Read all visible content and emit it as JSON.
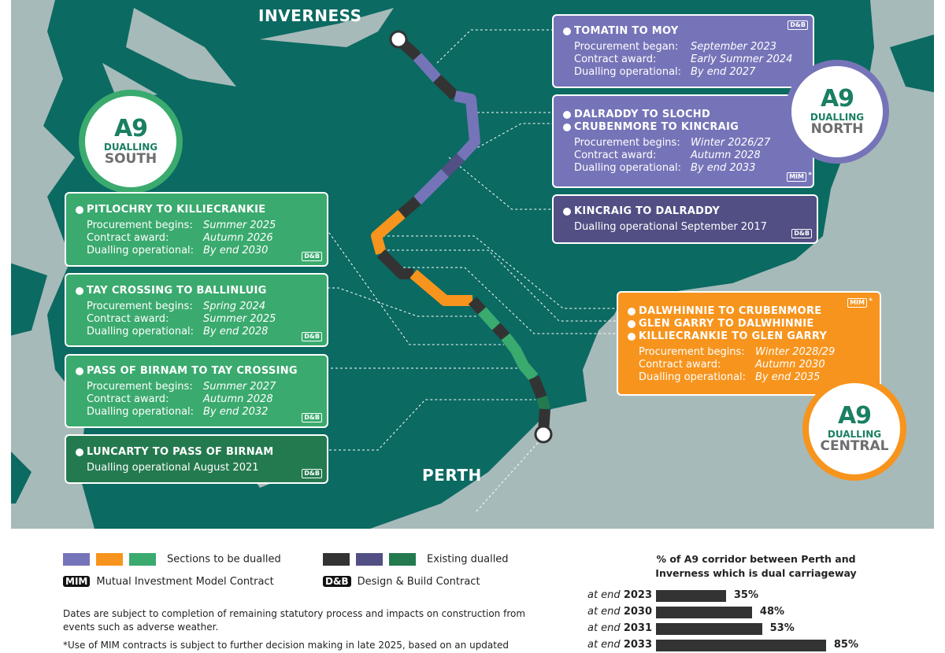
{
  "places": {
    "inverness": "INVERNESS",
    "perth": "PERTH"
  },
  "north": {
    "logo": {
      "mark": "A9",
      "line1": "DUALLING",
      "line2": "NORTH"
    },
    "boxes": [
      {
        "titles": [
          "TOMATIN TO MOY"
        ],
        "rows": [
          [
            "Procurement began:",
            "September 2023"
          ],
          [
            "Contract award:",
            "Early Summer 2024"
          ],
          [
            "Dualling operational:",
            "By end 2027"
          ]
        ],
        "badge": "D&B"
      },
      {
        "titles": [
          "DALRADDY TO SLOCHD",
          "CRUBENMORE TO KINCRAIG"
        ],
        "rows": [
          [
            "Procurement begins:",
            "Winter 2026/27"
          ],
          [
            "Contract award:",
            "Autumn 2028"
          ],
          [
            "Dualling operational:",
            "By end 2033"
          ]
        ],
        "badge": "MIM",
        "asterisk": "*"
      },
      {
        "titles": [
          "KINCRAIG TO DALRADDY"
        ],
        "text": "Dualling operational September 2017",
        "badge": "D&B"
      }
    ]
  },
  "central": {
    "logo": {
      "mark": "A9",
      "line1": "DUALLING",
      "line2": "CENTRAL"
    },
    "box": {
      "titles": [
        "DALWHINNIE TO CRUBENMORE",
        "GLEN GARRY TO DALWHINNIE",
        "KILLIECRANKIE TO GLEN GARRY"
      ],
      "rows": [
        [
          "Procurement begins:",
          "Winter 2028/29"
        ],
        [
          "Contract award:",
          "Autumn 2030"
        ],
        [
          "Dualling operational:",
          "By end 2035"
        ]
      ],
      "badge": "MIM",
      "asterisk": "*"
    }
  },
  "south": {
    "logo": {
      "mark": "A9",
      "line1": "DUALLING",
      "line2": "SOUTH"
    },
    "boxes": [
      {
        "titles": [
          "PITLOCHRY TO KILLIECRANKIE"
        ],
        "rows": [
          [
            "Procurement begins:",
            "Summer 2025"
          ],
          [
            "Contract award:",
            "Autumn 2026"
          ],
          [
            "Dualling operational:",
            "By end 2030"
          ]
        ],
        "badge": "D&B"
      },
      {
        "titles": [
          "TAY CROSSING TO BALLINLUIG"
        ],
        "rows": [
          [
            "Procurement begins:",
            "Spring 2024"
          ],
          [
            "Contract award:",
            "Summer 2025"
          ],
          [
            "Dualling operational:",
            "By end 2028"
          ]
        ],
        "badge": "D&B"
      },
      {
        "titles": [
          "PASS OF BIRNAM TO TAY CROSSING"
        ],
        "rows": [
          [
            "Procurement begins:",
            "Summer 2027"
          ],
          [
            "Contract award:",
            "Autumn 2028"
          ],
          [
            "Dualling operational:",
            "By end 2032"
          ]
        ],
        "badge": "D&B"
      },
      {
        "titles": [
          "LUNCARTY TO PASS OF BIRNAM"
        ],
        "text": "Dualling operational August 2021",
        "badge": "D&B"
      }
    ]
  },
  "colors": {
    "north": "#7674b8",
    "north_existing": "#514f84",
    "central": "#f7941d",
    "south": "#3aaa6e",
    "south_existing": "#247a4f",
    "existing": "#333333",
    "land": "#0b6a62",
    "sea": "#a6bab9"
  },
  "legend": {
    "to_be_dualled": "Sections to be dualled",
    "existing": "Existing dualled",
    "mim_tag": "MIM",
    "mim": "Mutual Investment Model Contract",
    "db_tag": "D&B",
    "db": "Design & Build Contract"
  },
  "notes": [
    "Dates are subject to completion of remaining statutory process and impacts on construction from events such as adverse weather.",
    "*Use of MIM contracts is subject to further decision making in late 2025, based on an updated"
  ],
  "chart_data": {
    "type": "bar",
    "orientation": "horizontal",
    "title": "% of A9 corridor between Perth and Inverness which is dual carriageway",
    "categories": [
      "2023",
      "2030",
      "2031",
      "2033"
    ],
    "category_prefix": "at end",
    "values": [
      35,
      48,
      53,
      85
    ],
    "labels": [
      "35%",
      "48%",
      "53%",
      "85%"
    ],
    "xlim": [
      0,
      100
    ]
  }
}
